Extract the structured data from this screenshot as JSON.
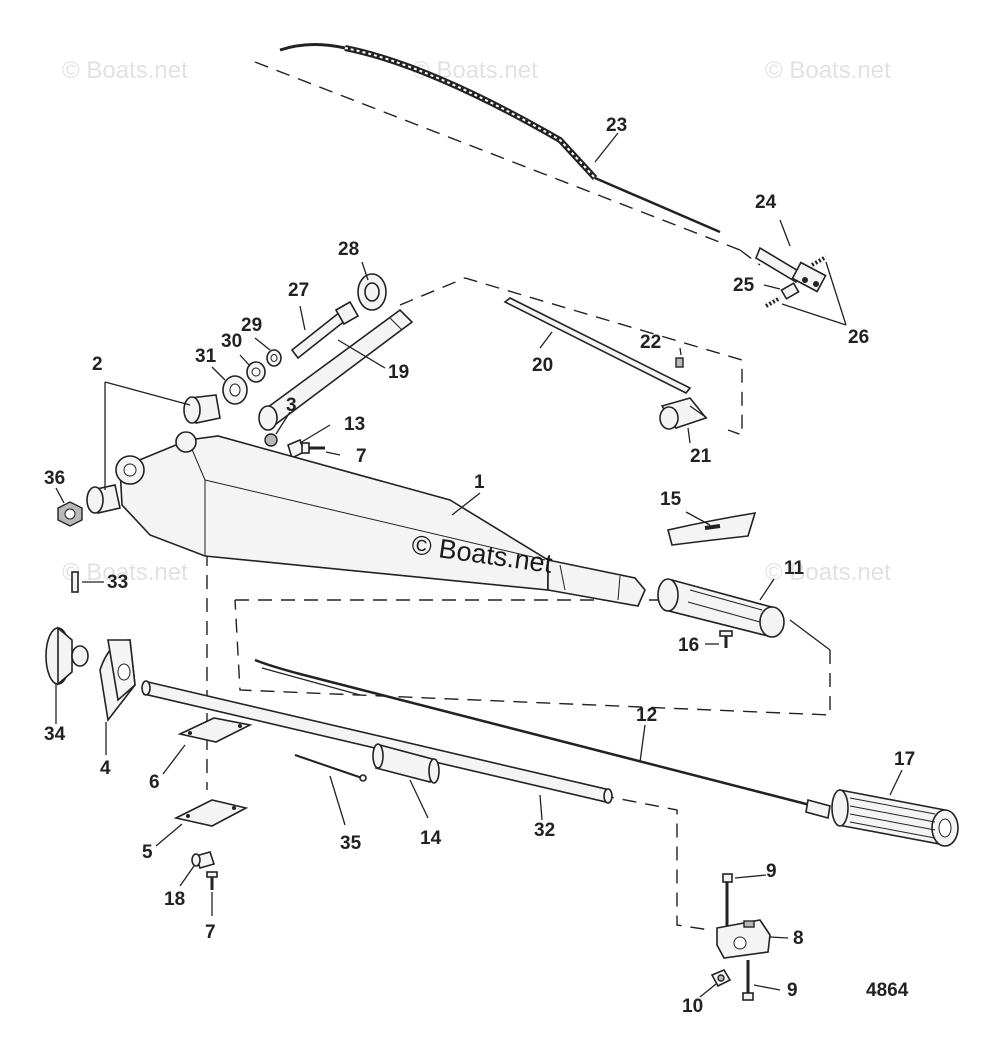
{
  "watermarks": [
    "© Boats.net",
    "© Boats.net",
    "© Boats.net",
    "© Boats.net",
    "© Boats.net"
  ],
  "center_watermark": "© Boats.net",
  "drawing_number": "4864",
  "callouts": [
    {
      "id": "c23",
      "label": "23"
    },
    {
      "id": "c24",
      "label": "24"
    },
    {
      "id": "c25",
      "label": "25"
    },
    {
      "id": "c26",
      "label": "26"
    },
    {
      "id": "c28",
      "label": "28"
    },
    {
      "id": "c27",
      "label": "27"
    },
    {
      "id": "c29",
      "label": "29"
    },
    {
      "id": "c30",
      "label": "30"
    },
    {
      "id": "c31",
      "label": "31"
    },
    {
      "id": "c19",
      "label": "19"
    },
    {
      "id": "c20",
      "label": "20"
    },
    {
      "id": "c22",
      "label": "22"
    },
    {
      "id": "c21",
      "label": "21"
    },
    {
      "id": "c2",
      "label": "2"
    },
    {
      "id": "c3",
      "label": "3"
    },
    {
      "id": "c13",
      "label": "13"
    },
    {
      "id": "c7a",
      "label": "7"
    },
    {
      "id": "c36",
      "label": "36"
    },
    {
      "id": "c1",
      "label": "1"
    },
    {
      "id": "c15",
      "label": "15"
    },
    {
      "id": "c11",
      "label": "11"
    },
    {
      "id": "c33",
      "label": "33"
    },
    {
      "id": "c16",
      "label": "16"
    },
    {
      "id": "c34",
      "label": "34"
    },
    {
      "id": "c4",
      "label": "4"
    },
    {
      "id": "c12",
      "label": "12"
    },
    {
      "id": "c6",
      "label": "6"
    },
    {
      "id": "c17",
      "label": "17"
    },
    {
      "id": "c35",
      "label": "35"
    },
    {
      "id": "c14",
      "label": "14"
    },
    {
      "id": "c32",
      "label": "32"
    },
    {
      "id": "c5",
      "label": "5"
    },
    {
      "id": "c9a",
      "label": "9"
    },
    {
      "id": "c18",
      "label": "18"
    },
    {
      "id": "c8",
      "label": "8"
    },
    {
      "id": "c7b",
      "label": "7"
    },
    {
      "id": "c10",
      "label": "10"
    },
    {
      "id": "c9b",
      "label": "9"
    }
  ]
}
